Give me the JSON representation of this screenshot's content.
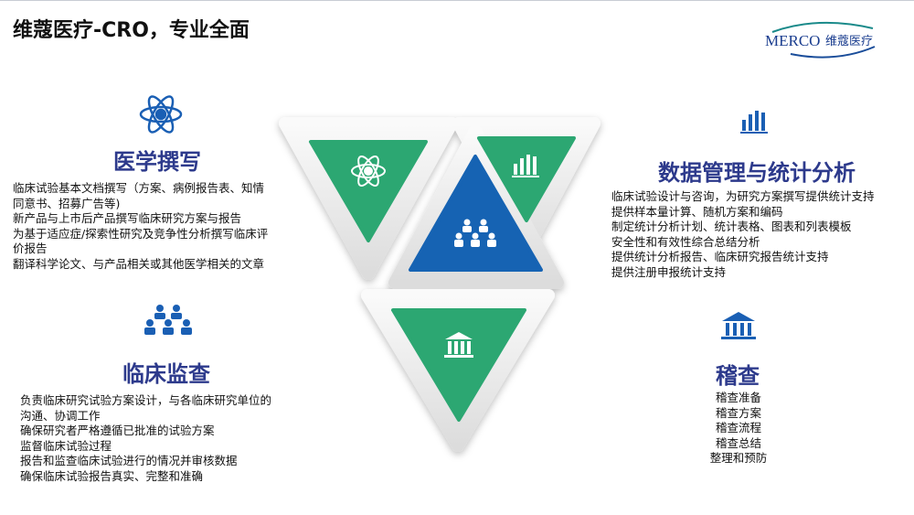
{
  "title": "维蔻医疗-CRO，专业全面",
  "logo": {
    "text_en": "MERCO",
    "text_cn": "维蔻医疗"
  },
  "colors": {
    "heading": "#2d3a8c",
    "green": "#2ca772",
    "blue": "#1663b3",
    "icon": "#1a5fb4"
  },
  "sections": {
    "writing": {
      "title": "医学撰写",
      "items": [
        "临床试验基本文档撰写（方案、病例报告表、知情",
        "同意书、招募广告等)",
        "新产品与上市后产品撰写临床研究方案与报告",
        "为基于适应症/探索性研究及竞争性分析撰写临床评",
        "价报告",
        "翻译科学论文、与产品相关或其他医学相关的文章"
      ]
    },
    "data": {
      "title": "数据管理与统计分析",
      "items": [
        "临床试验设计与咨询，为研究方案撰写提供统计支持",
        "提供样本量计算、随机方案和编码",
        "制定统计分析计划、统计表格、图表和列表模板",
        "安全性和有效性综合总结分析",
        "提供统计分析报告、临床研究报告统计支持",
        "提供注册申报统计支持"
      ]
    },
    "monitor": {
      "title": "临床监查",
      "items": [
        "负责临床研究试验方案设计，与各临床研究单位的",
        "沟通、协调工作",
        "确保研究者严格遵循已批准的试验方案",
        "监督临床试验过程",
        "报告和监查临床试验进行的情况并审核数据",
        "确保临床试验报告真实、完整和准确"
      ]
    },
    "audit": {
      "title": "稽查",
      "items": [
        "稽查准备",
        "稽查方案",
        "稽查流程",
        "稽查总结",
        "整理和预防"
      ]
    }
  }
}
